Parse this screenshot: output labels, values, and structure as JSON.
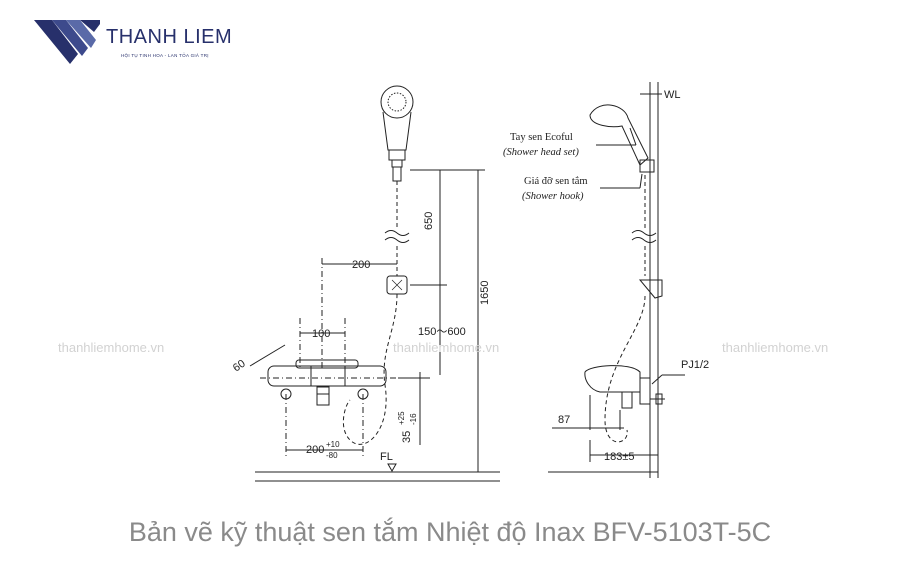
{
  "logo": {
    "brand": "THANH LIEM",
    "tagline": "HỘI TỤ TINH HOA - LAN TỎA GIÁ TRỊ",
    "colors": {
      "dark": "#27306b",
      "mid": "#5a6aa8"
    }
  },
  "watermark": "thanhliemhome.vn",
  "caption": "Bản vẽ kỹ thuật sen tắm Nhiệt độ Inax BFV-5103T-5C",
  "drawing": {
    "front": {
      "dim_650": "650",
      "dim_200": "200",
      "dim_100": "100",
      "dim_1650": "1650",
      "dim_150_600": "150～600",
      "dim_60": "60",
      "dim_200_main": "200",
      "dim_200_tol_top": "+10",
      "dim_200_tol_bottom": "-80",
      "dim_35": "35",
      "dim_35_tol_top": "+25",
      "dim_35_tol_bottom": "-16",
      "floor_label": "FL"
    },
    "side": {
      "wall_label": "WL",
      "shower_head_vi": "Tay sen Ecoful",
      "shower_head_en": "(Shower head set)",
      "hook_vi": "Giá đỡ sen tắm",
      "hook_en": "(Shower hook)",
      "pipe_label": "PJ1/2",
      "dim_87": "87",
      "dim_183": "183±5"
    }
  }
}
